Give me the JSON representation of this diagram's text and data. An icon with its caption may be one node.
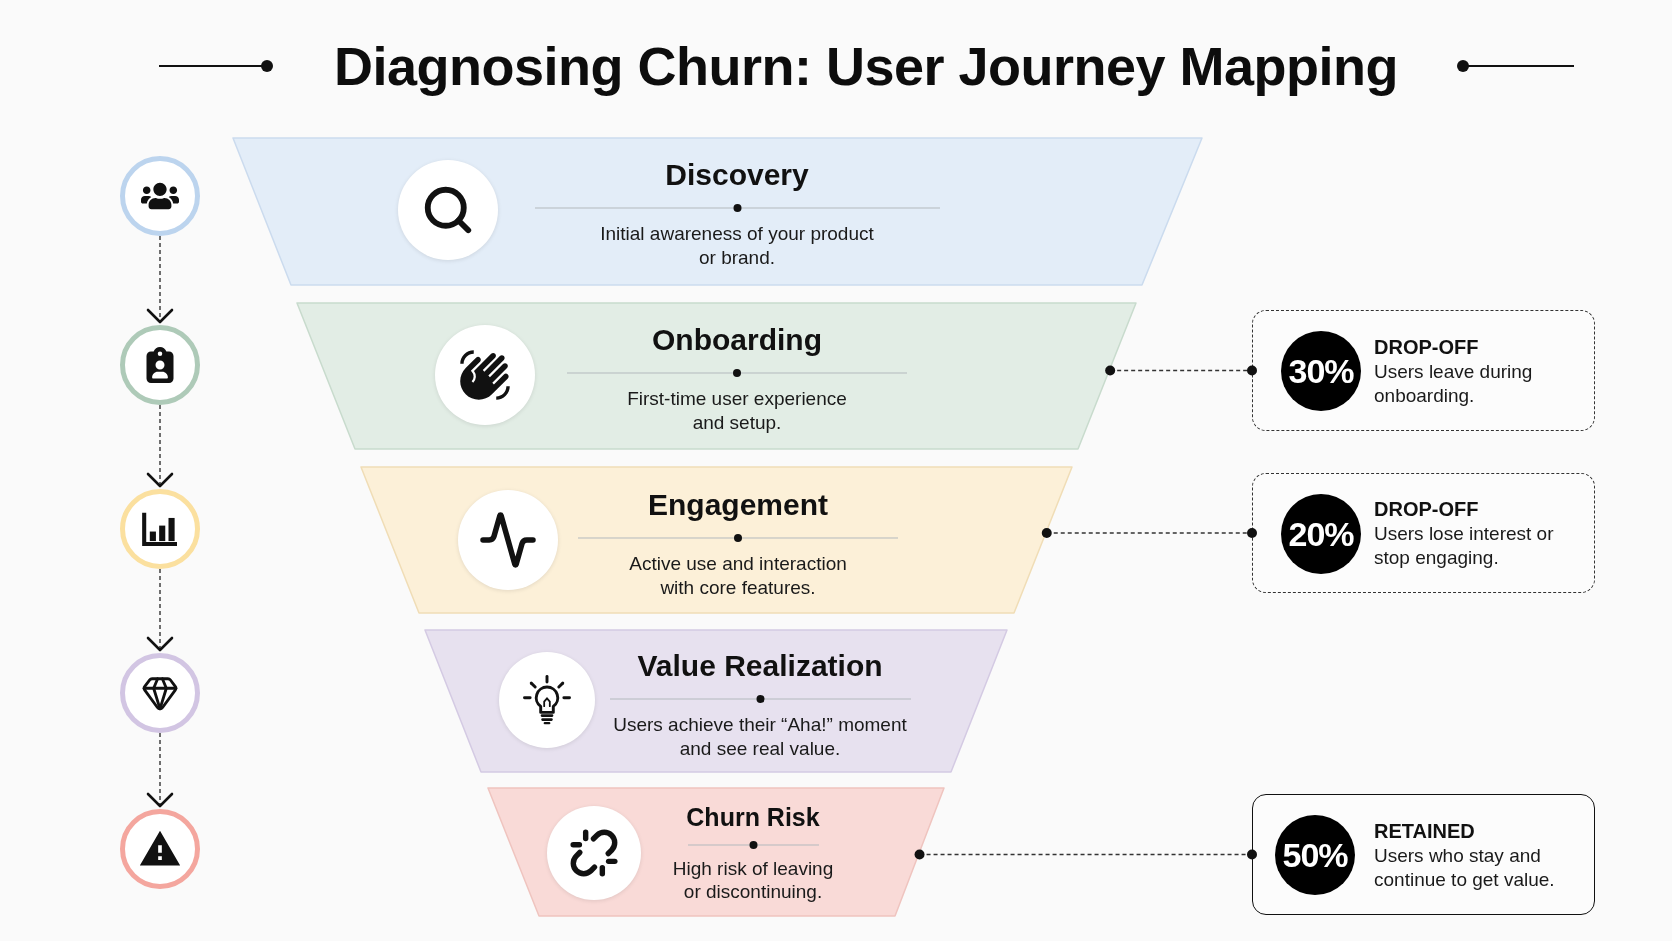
{
  "diagram": {
    "title": "Diagnosing Churn: User Journey Mapping",
    "nodes": [
      {
        "text": [
          "Discovery",
          "Initial awareness of your product or brand."
        ]
      },
      {
        "text": [
          "Onboarding",
          "First-time user experience and setup."
        ]
      },
      {
        "text": [
          "Engagement",
          "Active use and interaction with core features."
        ]
      },
      {
        "text": [
          "Value Realization",
          "Users achieve their “Aha!” moment and see real value."
        ]
      },
      {
        "text": [
          "Churn Risk",
          "High risk of leaving or discontinuing."
        ]
      },
      {
        "text": [],
        "shape": "circle"
      },
      {
        "text": [],
        "shape": "circle"
      },
      {
        "text": [],
        "shape": "circle"
      },
      {
        "text": [],
        "shape": "circle"
      },
      {
        "text": [],
        "shape": "circle"
      },
      {
        "text": [
          "DROP-OFF",
          "Users leave during onboarding."
        ]
      },
      {
        "text": [
          "30%"
        ],
        "in": 10
      },
      {
        "text": [
          "DROP-OFF",
          "Users lose interest or stop engaging."
        ]
      },
      {
        "text": [
          "20%"
        ],
        "in": 12
      },
      {
        "text": [
          "RETAINED",
          "Users who stay and continue to get value."
        ]
      },
      {
        "text": [
          "50%"
        ],
        "in": 14
      }
    ],
    "edges": [
      {
        "from": 5,
        "to": 6,
        "arrow": "to",
        "style": "dashed"
      },
      {
        "from": 6,
        "to": 7,
        "arrow": "to",
        "style": "dashed"
      },
      {
        "from": 7,
        "to": 8,
        "arrow": "to",
        "style": "dashed"
      },
      {
        "from": 8,
        "to": 9,
        "arrow": "to",
        "style": "dashed"
      },
      {
        "from": 1,
        "to": 10,
        "arrow": "other",
        "style": "dashed"
      },
      {
        "from": 2,
        "to": 12,
        "arrow": "other",
        "style": "dashed"
      },
      {
        "from": 4,
        "to": 14,
        "arrow": "other",
        "style": "dashed"
      }
    ]
  }
}
